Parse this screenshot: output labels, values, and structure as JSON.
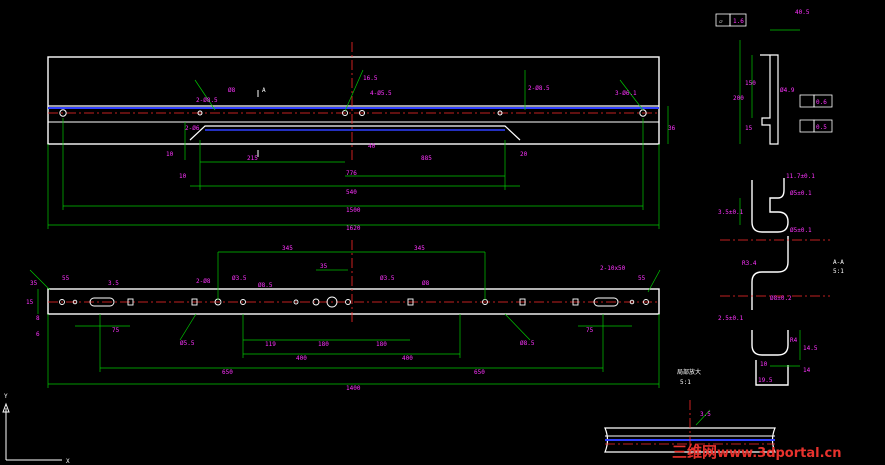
{
  "drawing": {
    "top_view": {
      "dims_bottom": [
        "215",
        "776",
        "885",
        "540",
        "1500",
        "1620"
      ],
      "dims_side": [
        "10",
        "10",
        "20",
        "36",
        "40"
      ],
      "callouts": [
        "2-Ø8.5",
        "Ø8",
        "2-Ø6",
        "16.5",
        "4-Ø5.5",
        "2-Ø8.5",
        "3-Ø6.1"
      ],
      "section_mark": "A"
    },
    "front_view": {
      "dims_top": [
        "345",
        "345",
        "35",
        "55",
        "55",
        "2-10x50"
      ],
      "dims_bottom": [
        "75",
        "119",
        "180",
        "180",
        "75",
        "400",
        "400",
        "650",
        "650",
        "1400"
      ],
      "dims_left": [
        "15",
        "35",
        "8",
        "6"
      ],
      "callouts": [
        "2-Ø8",
        "Ø3.5",
        "Ø8.5",
        "Ø3.5",
        "Ø8",
        "Ø5.5",
        "Ø8.5",
        "3.5"
      ]
    },
    "right_view": {
      "gdt": [
        "1.6",
        "0.6",
        "0.5"
      ],
      "dims": [
        "40.5",
        "200",
        "150",
        "15",
        "Ø4.9"
      ]
    },
    "section_view": {
      "title": "A-A",
      "scale": "5:1",
      "dims": [
        "11.7±0.1",
        "Ø5±0.1",
        "3.5±0.1",
        "Ø5±0.1",
        "R3.4",
        "Ø8±0.2",
        "2.5±0.1",
        "R4",
        "14.5",
        "14",
        "10",
        "19.5"
      ]
    },
    "detail_view": {
      "title": "局部放大",
      "scale": "5:1",
      "callout": "3.5"
    }
  },
  "axis_icon": {
    "y_label": "Y",
    "x_label": "X"
  },
  "watermark": {
    "cn_text": "三维网",
    "url_text": "www.3dportal.cn",
    "cn_color": "#e8322d",
    "url_color": "#e8322d"
  },
  "colors": {
    "outline": "#ffffff",
    "dimension": "#00c800",
    "center": "#ff2a2a",
    "hidden": "#3040ff",
    "text": "#ff33ff"
  }
}
